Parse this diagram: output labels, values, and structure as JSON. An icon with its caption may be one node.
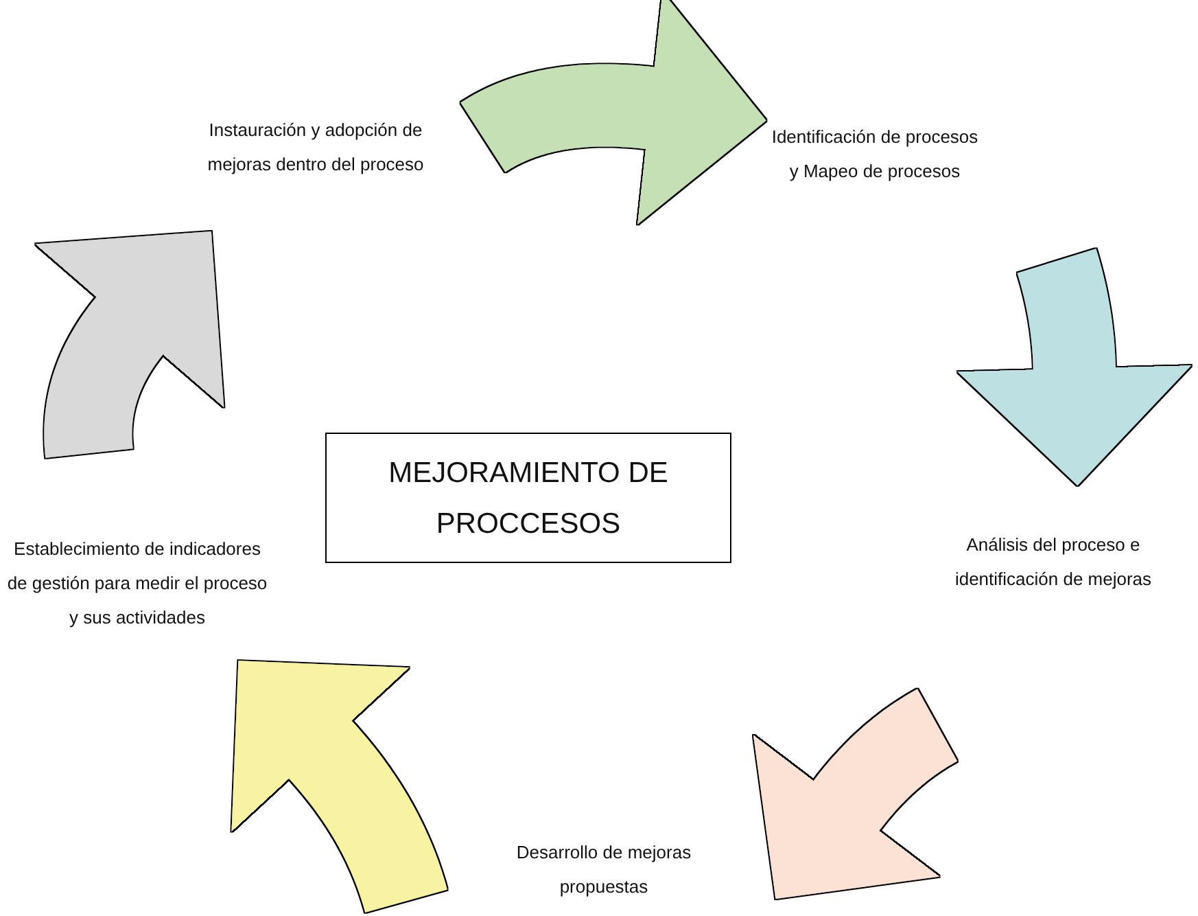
{
  "diagram": {
    "nodes": [
      {
        "text": [
          "Instauración y adopción de mejoras dentro del proceso"
        ]
      },
      {
        "text": [
          "Identificación de procesos y Mapeo de procesos"
        ]
      },
      {
        "text": [
          "MEJORAMIENTO DE PROCCESOS"
        ]
      },
      {
        "text": [
          "Establecimiento de indicadores de gestión para medir el proceso y sus actividades"
        ]
      },
      {
        "text": [
          "Análisis del proceso e identificación de mejoras"
        ]
      },
      {
        "text": [
          "Desarrollo de mejoras propuestas"
        ]
      }
    ],
    "edges": [
      {
        "from": 0,
        "to": 1,
        "arrow": "to",
        "color": "#c5e0b4"
      },
      {
        "from": 1,
        "to": 4,
        "arrow": "to",
        "color": "#bde0e3"
      },
      {
        "from": 4,
        "to": 5,
        "arrow": "to",
        "color": "#fbe2d5"
      },
      {
        "from": 5,
        "to": 3,
        "arrow": "to",
        "color": "#f7f3a3"
      },
      {
        "from": 3,
        "to": 0,
        "arrow": "to",
        "color": "#d9d9d9"
      }
    ]
  }
}
